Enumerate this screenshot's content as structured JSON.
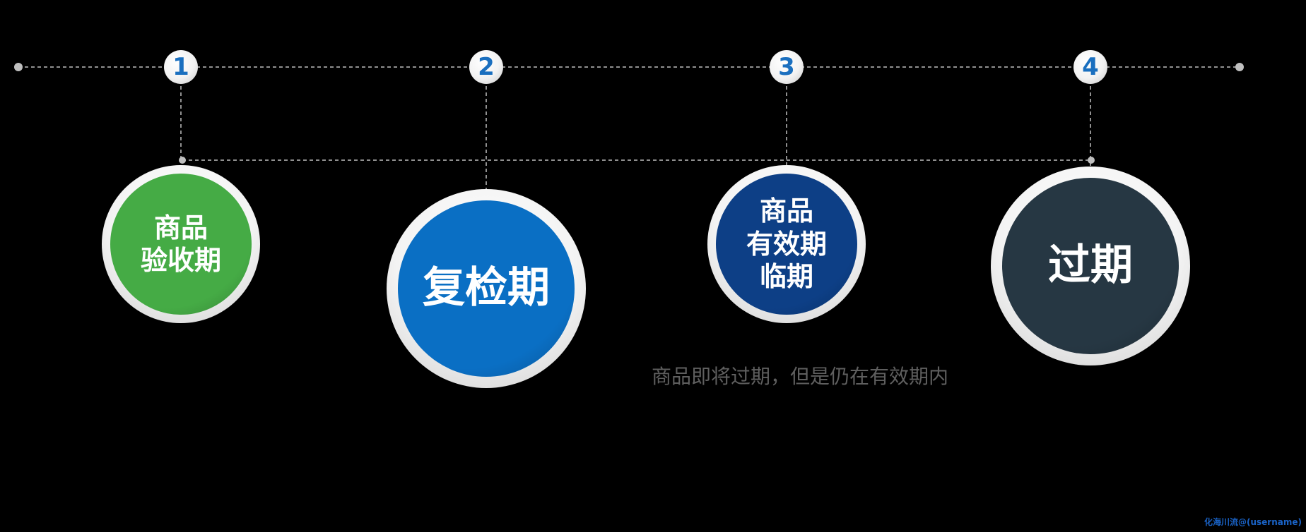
{
  "stages": [
    {
      "number": "1",
      "label": "商品\n验收期",
      "color": "#45ab45"
    },
    {
      "number": "2",
      "label": "复检期",
      "color": "#0a6fc4"
    },
    {
      "number": "3",
      "label": "商品\n有效期\n临期",
      "color": "#0d3f86"
    },
    {
      "number": "4",
      "label": "过期",
      "color": "#263743"
    }
  ],
  "caption": "商品即将过期，但是仍在有效期内",
  "watermark": "化海川流@(username)"
}
